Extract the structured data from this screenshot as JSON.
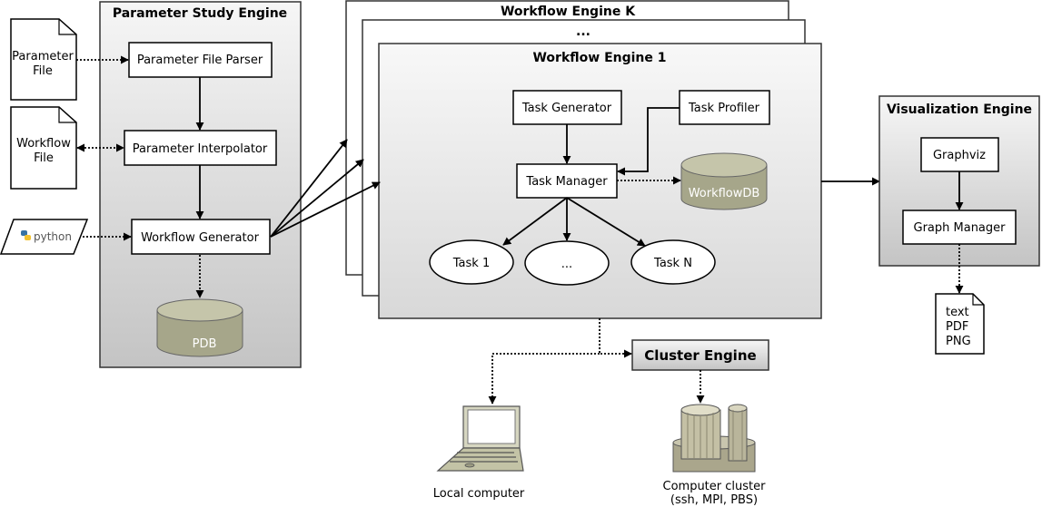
{
  "parameter_study": {
    "title": "Parameter Study Engine",
    "parser": "Parameter File Parser",
    "interpolator": "Parameter Interpolator",
    "generator": "Workflow Generator",
    "db": "PDB"
  },
  "inputs": {
    "parameter_file": [
      "Parameter",
      "File"
    ],
    "workflow_file": [
      "Workflow",
      "File"
    ],
    "python": "python"
  },
  "workflow": {
    "title_k": "Workflow Engine K",
    "title_mid": "...",
    "title_1": "Workflow Engine 1",
    "task_generator": "Task Generator",
    "task_profiler": "Task Profiler",
    "task_manager": "Task Manager",
    "db": "WorkflowDB",
    "tasks": [
      "Task 1",
      "...",
      "Task N"
    ]
  },
  "visualization": {
    "title": "Visualization Engine",
    "graphviz": "Graphviz",
    "graph_manager": "Graph Manager",
    "outputs": [
      "text",
      "PDF",
      "PNG"
    ]
  },
  "cluster": {
    "title": "Cluster Engine",
    "local": "Local computer",
    "cluster_label": [
      "Computer cluster",
      "(ssh, MPI, PBS)"
    ]
  }
}
